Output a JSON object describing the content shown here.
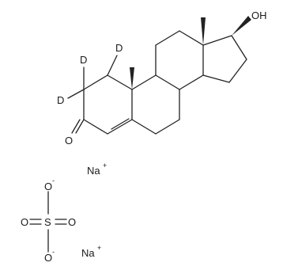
{
  "molecule": {
    "atoms": {
      "oh": "OH",
      "ketone_o": "O",
      "d1": "D",
      "d2": "D",
      "d3": "D"
    },
    "counterions": {
      "na1": "Na",
      "na1_charge": "+",
      "na2": "Na",
      "na2_charge": "+"
    },
    "sulfate": {
      "s": "S",
      "o_top": "O",
      "o_top_charge": "-",
      "o_left": "O",
      "o_right": "O",
      "o_bottom": "O",
      "o_bottom_charge": "-"
    }
  }
}
